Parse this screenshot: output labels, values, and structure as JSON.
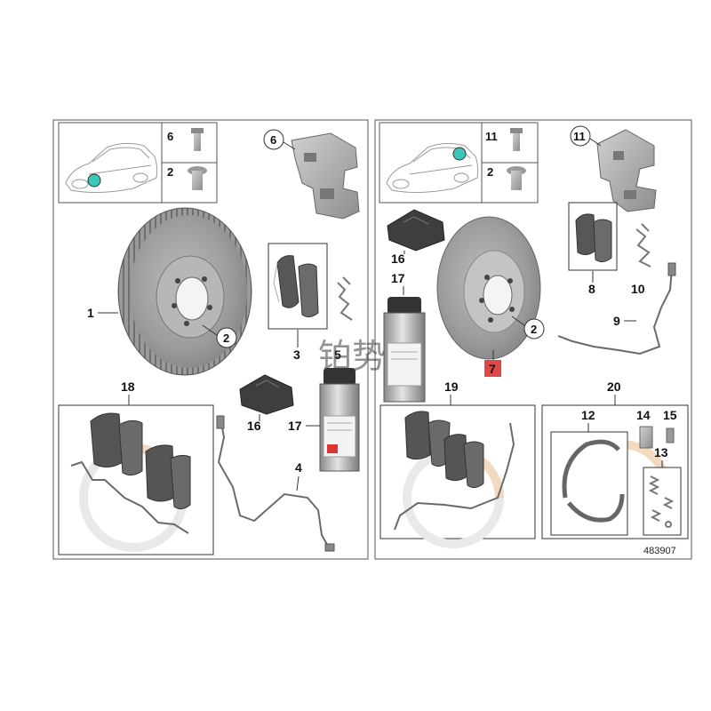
{
  "panels": {
    "left": {
      "inset_numbers": [
        "6",
        "2"
      ],
      "labels": {
        "caliper": "6",
        "disc": "1",
        "disc_bolt": "2",
        "pads": "3",
        "clip": "5",
        "grease": "16",
        "spray": "17",
        "sensor": "4",
        "kit": "18"
      }
    },
    "right": {
      "inset_numbers": [
        "11",
        "2"
      ],
      "labels": {
        "caliper": "11",
        "grease": "16",
        "spray": "17",
        "disc": "7",
        "disc_bolt": "2",
        "pads": "8",
        "clip": "10",
        "sensor": "9",
        "pad_kit": "19",
        "shoe_kit": "20",
        "shoes": "12",
        "spring_kit": "13",
        "adjuster": "14",
        "fitting": "15"
      },
      "reference": "483907"
    }
  },
  "watermark": "铂势",
  "colors": {
    "highlight": "#e04848",
    "location_dot": "#3cc8b8",
    "watermark_arc": "#f3d9bf"
  }
}
